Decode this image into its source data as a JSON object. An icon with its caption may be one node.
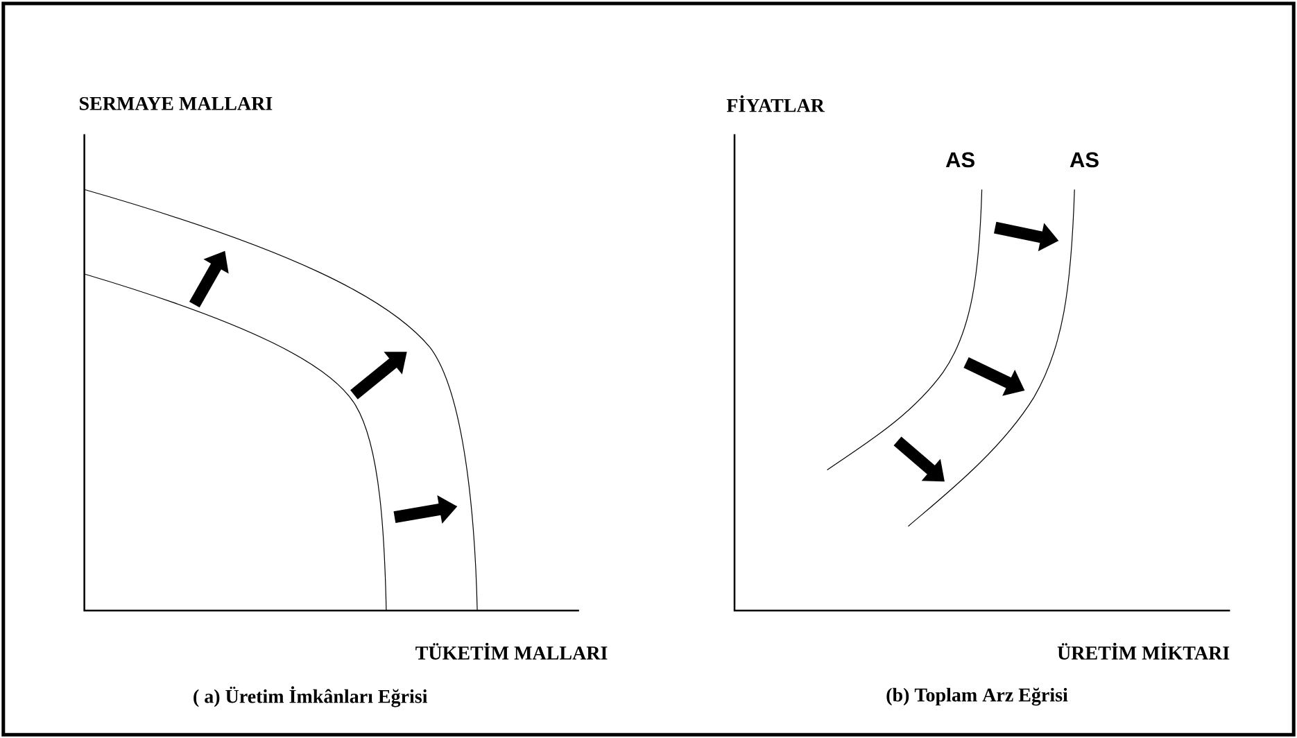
{
  "diagram": {
    "labels": [
      "SERMAYE MALLARI",
      "FİYATLAR",
      "AS",
      "AS",
      "TÜKETİM MALLARI",
      "ÜRETİM MİKTARI",
      "( a) Üretim İmkânları Eğrisi",
      "(b) Toplam Arz Eğrisi"
    ]
  }
}
